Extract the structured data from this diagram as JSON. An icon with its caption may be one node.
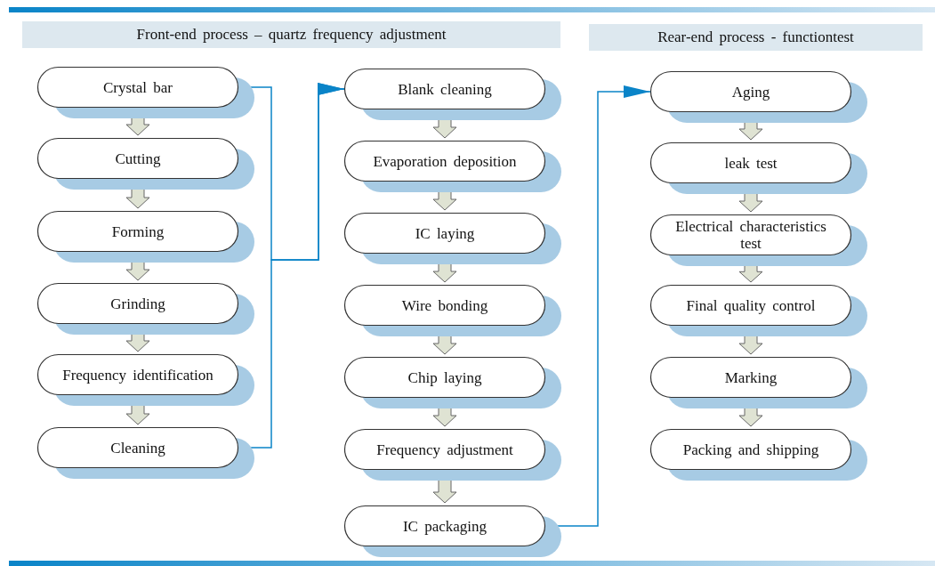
{
  "diagram": {
    "nodes": [
      {
        "text": [
          "Front-end process – quartz frequency adjustment"
        ]
      },
      {
        "text": [
          "Rear-end process - functiontest"
        ]
      },
      {
        "text": [
          "Crystal bar"
        ]
      },
      {
        "text": [
          "Cutting"
        ]
      },
      {
        "text": [
          "Forming"
        ]
      },
      {
        "text": [
          "Grinding"
        ]
      },
      {
        "text": [
          "Frequency identification"
        ]
      },
      {
        "text": [
          "Cleaning"
        ]
      },
      {
        "text": [
          "Blank cleaning"
        ]
      },
      {
        "text": [
          "Evaporation deposition"
        ]
      },
      {
        "text": [
          "IC laying"
        ]
      },
      {
        "text": [
          "Wire bonding"
        ]
      },
      {
        "text": [
          "Chip laying"
        ]
      },
      {
        "text": [
          "Frequency adjustment"
        ]
      },
      {
        "text": [
          "IC packaging"
        ]
      },
      {
        "text": [
          "Aging"
        ]
      },
      {
        "text": [
          "leak test"
        ]
      },
      {
        "text": [
          "Electrical characteristics test"
        ]
      },
      {
        "text": [
          "Final quality control"
        ]
      },
      {
        "text": [
          "Marking"
        ]
      },
      {
        "text": [
          "Packing and shipping"
        ]
      }
    ],
    "edges": [
      {
        "from": 2,
        "to": 3,
        "arrow": "to",
        "style": "thick"
      },
      {
        "from": 3,
        "to": 4,
        "arrow": "to",
        "style": "thick"
      },
      {
        "from": 4,
        "to": 5,
        "arrow": "to",
        "style": "thick"
      },
      {
        "from": 5,
        "to": 6,
        "arrow": "to",
        "style": "thick"
      },
      {
        "from": 6,
        "to": 7,
        "arrow": "to",
        "style": "thick"
      },
      {
        "from": 8,
        "to": 9,
        "arrow": "to",
        "style": "thick"
      },
      {
        "from": 9,
        "to": 10,
        "arrow": "to",
        "style": "thick"
      },
      {
        "from": 10,
        "to": 11,
        "arrow": "to",
        "style": "thick"
      },
      {
        "from": 11,
        "to": 12,
        "arrow": "to",
        "style": "thick"
      },
      {
        "from": 12,
        "to": 13,
        "arrow": "to",
        "style": "thick"
      },
      {
        "from": 13,
        "to": 14,
        "arrow": "to",
        "style": "thick"
      },
      {
        "from": 15,
        "to": 16,
        "arrow": "to",
        "style": "thick"
      },
      {
        "from": 16,
        "to": 17,
        "arrow": "to",
        "style": "thick"
      },
      {
        "from": 17,
        "to": 18,
        "arrow": "to",
        "style": "thick"
      },
      {
        "from": 18,
        "to": 19,
        "arrow": "to",
        "style": "thick"
      },
      {
        "from": 19,
        "to": 20,
        "arrow": "to",
        "style": "thick"
      },
      {
        "from": 2,
        "to": 8,
        "arrow": "to",
        "color": "#0a84c8"
      },
      {
        "from": 7,
        "to": 8,
        "arrow": "to",
        "color": "#0a84c8"
      },
      {
        "from": 14,
        "to": 15,
        "arrow": "to",
        "color": "#0a84c8"
      }
    ]
  }
}
